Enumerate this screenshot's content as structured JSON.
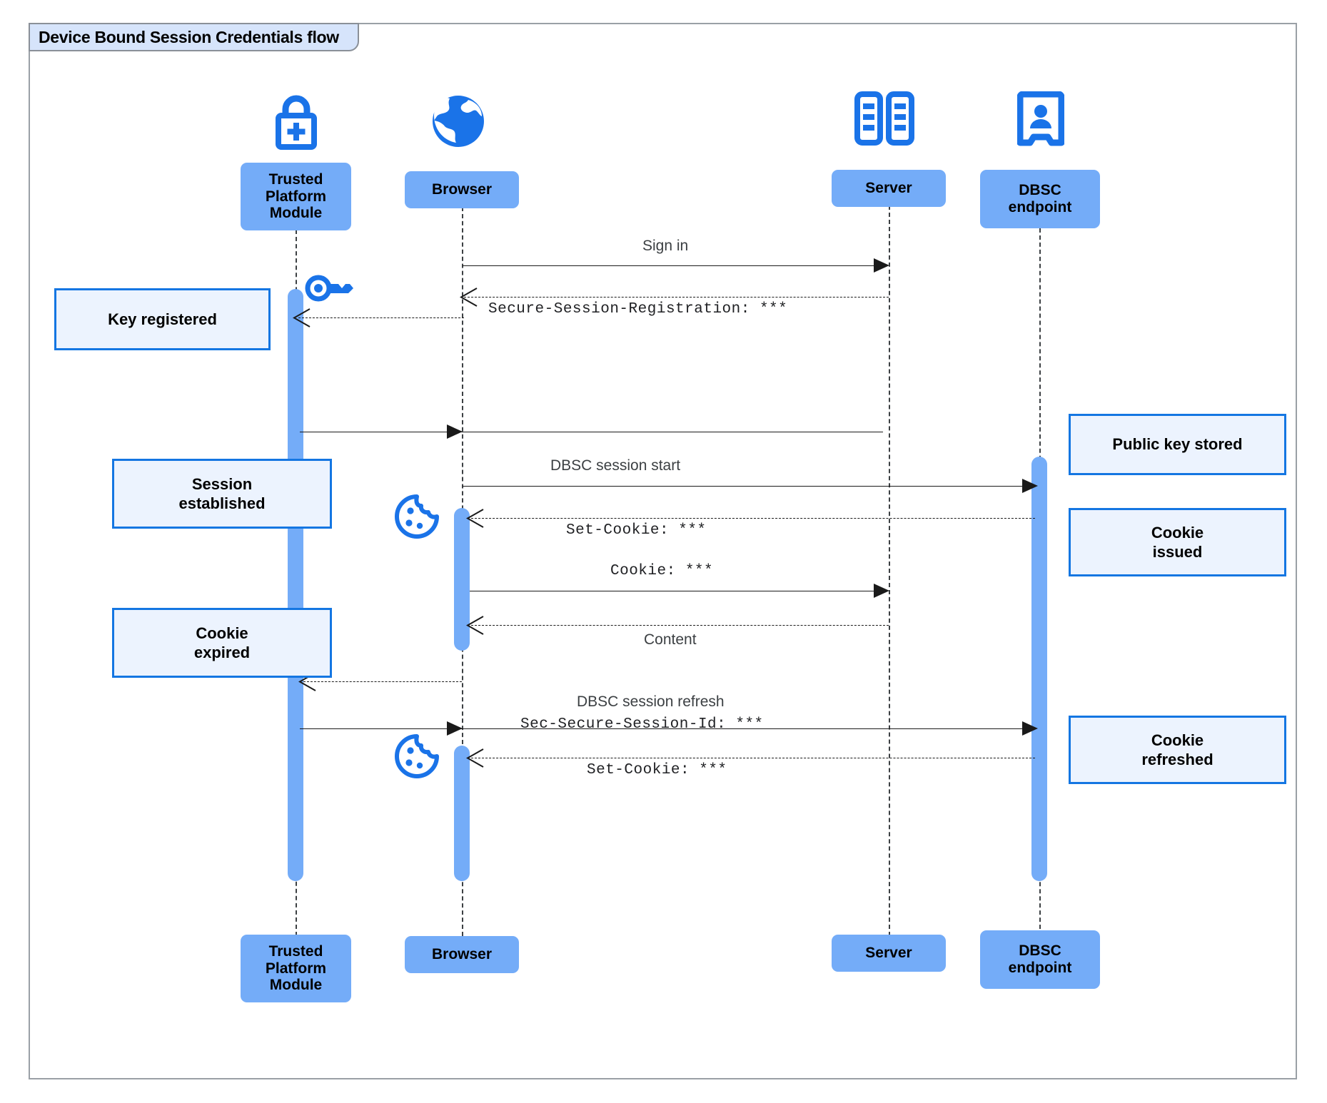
{
  "frame": {
    "title": "Device Bound Session Credentials flow"
  },
  "colors": {
    "participant_fill": "#74acf8",
    "activation_fill": "#74acf8",
    "note_fill": "#ecf3fe",
    "note_border": "#1476e2",
    "icon_blue": "#1a73e8",
    "frame_border": "#9aa0a6",
    "frame_tab_fill": "#d6e4fb",
    "line": "#1a1a1a"
  },
  "participants": [
    {
      "id": "tpm",
      "label": "Trusted\nPlatform\nModule",
      "label_lines": [
        "Trusted",
        "Platform",
        "Module"
      ],
      "icon": "lock-plus-icon"
    },
    {
      "id": "browser",
      "label": "Browser",
      "label_lines": [
        "Browser"
      ],
      "icon": "globe-icon"
    },
    {
      "id": "server",
      "label": "Server",
      "label_lines": [
        "Server"
      ],
      "icon": "server-rack-icon"
    },
    {
      "id": "dbsc",
      "label": "DBSC\nendpoint",
      "label_lines": [
        "DBSC",
        "endpoint"
      ],
      "icon": "id-badge-icon"
    }
  ],
  "messages": [
    {
      "id": "m1",
      "text": "Sign in",
      "style": "sans",
      "from": "browser",
      "to": "server",
      "line": "solid"
    },
    {
      "id": "m2",
      "text": "Secure-Session-Registration: ***",
      "style": "mono",
      "from": "server",
      "to": "browser",
      "line": "dashed"
    },
    {
      "id": "m3",
      "text": "",
      "style": "sans",
      "from": "tpm",
      "to": "browser",
      "line": "solid"
    },
    {
      "id": "m4",
      "text": "DBSC session start",
      "style": "sans",
      "from": "browser",
      "to": "dbsc",
      "line": "solid"
    },
    {
      "id": "m5",
      "text": "Set-Cookie: ***",
      "style": "mono",
      "from": "dbsc",
      "to": "browser",
      "line": "dashed"
    },
    {
      "id": "m6",
      "text": "Cookie: ***",
      "style": "mono",
      "from": "browser",
      "to": "server",
      "line": "solid"
    },
    {
      "id": "m7",
      "text": "Content",
      "style": "sans",
      "from": "server",
      "to": "browser",
      "line": "dashed"
    },
    {
      "id": "m8",
      "text": "",
      "style": "sans",
      "from": "browser",
      "to": "tpm",
      "line": "dashed"
    },
    {
      "id": "m9a",
      "text": "DBSC session refresh",
      "style": "sans",
      "from": "browser",
      "to": "dbsc",
      "line": "solid"
    },
    {
      "id": "m9b",
      "text": "Sec-Secure-Session-Id: ***",
      "style": "mono",
      "from": "browser",
      "to": "dbsc",
      "line": "solid"
    },
    {
      "id": "m10",
      "text": "",
      "style": "sans",
      "from": "tpm",
      "to": "browser",
      "line": "solid"
    },
    {
      "id": "m11",
      "text": "Set-Cookie: ***",
      "style": "mono",
      "from": "dbsc",
      "to": "browser",
      "line": "dashed"
    }
  ],
  "notes": [
    {
      "id": "n1",
      "text": "Key registered",
      "lines": [
        "Key registered"
      ],
      "side": "left"
    },
    {
      "id": "n2",
      "text": "Session established",
      "lines": [
        "Session",
        "established"
      ],
      "side": "left"
    },
    {
      "id": "n3",
      "text": "Cookie expired",
      "lines": [
        "Cookie",
        "expired"
      ],
      "side": "left"
    },
    {
      "id": "n4",
      "text": "Public key stored",
      "lines": [
        "Public key stored"
      ],
      "side": "right"
    },
    {
      "id": "n5",
      "text": "Cookie issued",
      "lines": [
        "Cookie",
        "issued"
      ],
      "side": "right"
    },
    {
      "id": "n6",
      "text": "Cookie refreshed",
      "lines": [
        "Cookie",
        "refreshed"
      ],
      "side": "right"
    }
  ],
  "side_icons": [
    {
      "id": "key",
      "name": "key-icon",
      "near": "tpm"
    },
    {
      "id": "cookie1",
      "name": "cookie-icon",
      "near": "browser"
    },
    {
      "id": "cookie2",
      "name": "cookie-icon",
      "near": "browser"
    }
  ]
}
